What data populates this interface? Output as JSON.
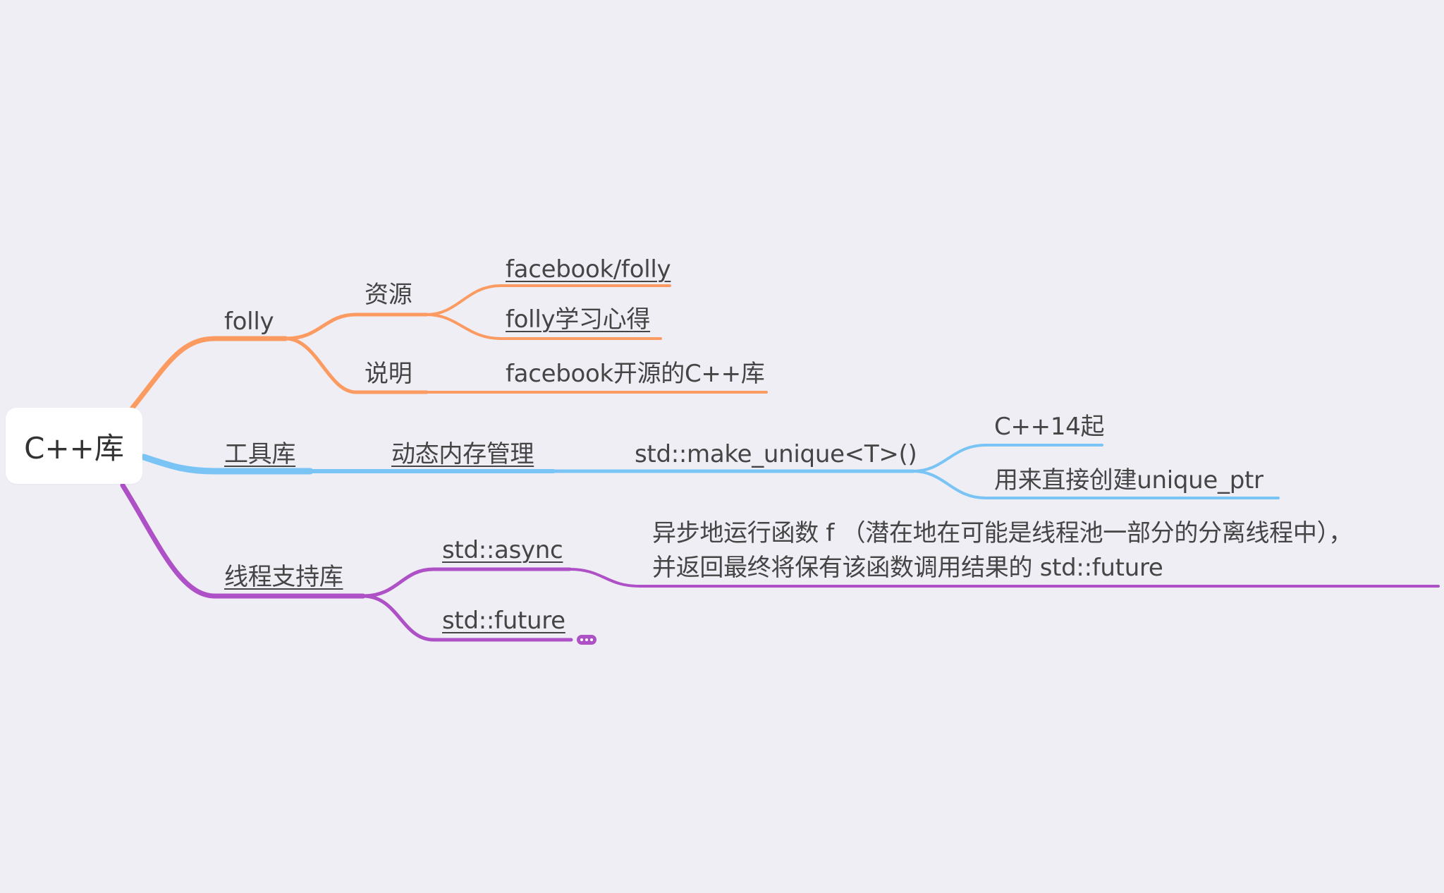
{
  "root": {
    "label": "C++库"
  },
  "colors": {
    "background": "#efeef5",
    "folly_branch": "#fb9b61",
    "tools_branch": "#79c4f5",
    "thread_branch": "#ae50c6",
    "text": "#454545"
  },
  "folly": {
    "label": "folly",
    "resources": {
      "label": "资源",
      "items": [
        "facebook/folly",
        "folly学习心得"
      ]
    },
    "description": {
      "label": "说明",
      "text": "facebook开源的C++库"
    }
  },
  "tools": {
    "label": "工具库",
    "dynamic_memory": {
      "label": "动态内存管理",
      "make_unique": {
        "label": "std::make_unique<T>()",
        "items": [
          "C++14起",
          "用来直接创建unique_ptr"
        ]
      }
    }
  },
  "threads": {
    "label": "线程支持库",
    "async": {
      "label": "std::async",
      "desc_line1": "异步地运行函数 f （潜在地在可能是线程池一部分的分离线程中），",
      "desc_line2": "并返回最终将保有该函数调用结果的 std::future"
    },
    "future": {
      "label": "std::future",
      "collapsed_icon": "more-dots-icon"
    }
  }
}
